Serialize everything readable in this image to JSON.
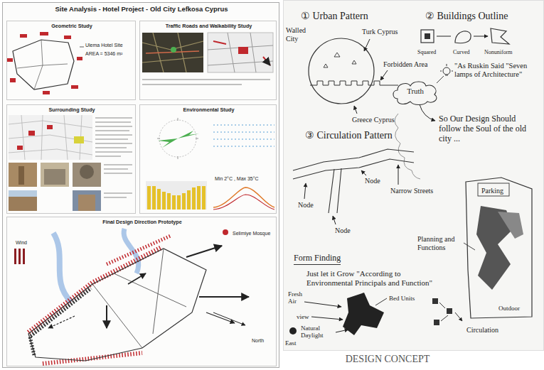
{
  "diagram": {
    "caption": "DESIGN CONCEPT",
    "nodes": [
      {
        "text": [
          "Site Analysis - Hotel Project - Old City Lefkosa Cyprus"
        ]
      },
      {
        "text": [
          "Geometric Study",
          "Ulema Hotel Site",
          "AREA = 5346 m²"
        ],
        "in": 0
      },
      {
        "text": [
          "Traffic Roads and Walkability Study"
        ],
        "in": 0
      },
      {
        "text": [
          "Surrounding Study"
        ],
        "in": 0
      },
      {
        "text": [
          "Environmental Study",
          "Min 2°C , Max 35°C"
        ],
        "in": 0
      },
      {
        "text": [
          "Final Design Direction Prototype",
          "Selimiye Mosque",
          "Wind",
          "North"
        ],
        "in": 0
      },
      {
        "text": [
          "① Urban Pattern",
          "Walled City",
          "Turk Cyprus",
          "Forbidden Area",
          "Greece Cyprus",
          "② Buildings Outline",
          "Squared",
          "Curved",
          "Nonuniform",
          "\"As Ruskin Said \"Seven lamps of Architecture\"",
          "So Our Design Should follow the Soul of the old city ...",
          "③ Circulation Pattern",
          "Node",
          "Node",
          "Node",
          "Narrow Streets",
          "Parking",
          "Planning and Functions",
          "Outdoor",
          "Form Finding",
          "Just let it Grow \"According to Environmental Principals and Function\"",
          "Fresh Air",
          "view",
          "Bed Units",
          "Natural Daylight",
          "East",
          "Circulation"
        ]
      },
      {
        "text": [
          "Truth"
        ],
        "in": 6
      }
    ]
  }
}
